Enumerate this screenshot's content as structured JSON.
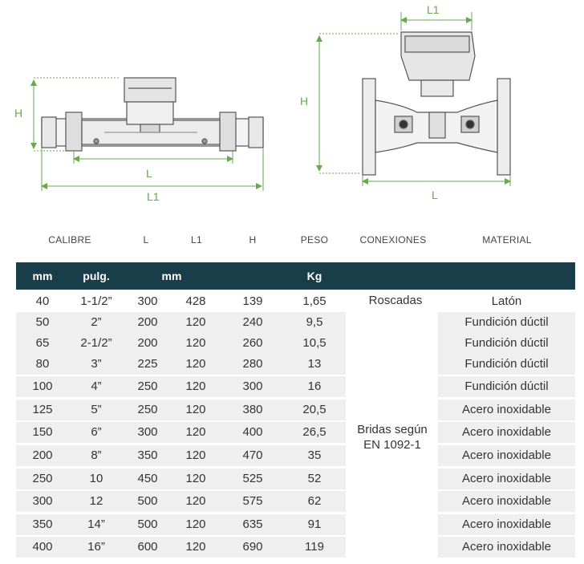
{
  "diagrams": {
    "left": {
      "h": "H",
      "l": "L",
      "l1": "L1"
    },
    "right": {
      "h": "H",
      "l": "L",
      "l1": "L1"
    }
  },
  "headers": {
    "calibre": "CALIBRE",
    "l": "L",
    "l1": "L1",
    "h": "H",
    "peso": "PESO",
    "conexiones": "CONEXIONES",
    "material": "MATERIAL"
  },
  "units": {
    "mm": "mm",
    "pulg": "pulg.",
    "mm2": "mm",
    "kg": "Kg"
  },
  "connections": {
    "roscadas": "Roscadas",
    "bridas_line1": "Bridas según",
    "bridas_line2": "EN 1092-1"
  },
  "rows": [
    {
      "mm": "40",
      "pulg": "1-1/2”",
      "L": "300",
      "L1": "428",
      "H": "139",
      "kg": "1,65",
      "material": "Latón"
    },
    {
      "mm": "50",
      "pulg": "2”",
      "L": "200",
      "L1": "120",
      "H": "240",
      "kg": "9,5",
      "material": "Fundición dúctil"
    },
    {
      "mm": "65",
      "pulg": "2-1/2”",
      "L": "200",
      "L1": "120",
      "H": "260",
      "kg": "10,5",
      "material": "Fundición dúctil"
    },
    {
      "mm": "80",
      "pulg": "3”",
      "L": "225",
      "L1": "120",
      "H": "280",
      "kg": "13",
      "material": "Fundición dúctil"
    },
    {
      "mm": "100",
      "pulg": "4”",
      "L": "250",
      "L1": "120",
      "H": "300",
      "kg": "16",
      "material": "Fundición dúctil"
    },
    {
      "mm": "125",
      "pulg": "5”",
      "L": "250",
      "L1": "120",
      "H": "380",
      "kg": "20,5",
      "material": "Acero inoxidable"
    },
    {
      "mm": "150",
      "pulg": "6”",
      "L": "300",
      "L1": "120",
      "H": "400",
      "kg": "26,5",
      "material": "Acero inoxidable"
    },
    {
      "mm": "200",
      "pulg": "8”",
      "L": "350",
      "L1": "120",
      "H": "470",
      "kg": "35",
      "material": "Acero inoxidable"
    },
    {
      "mm": "250",
      "pulg": "10",
      "L": "450",
      "L1": "120",
      "H": "525",
      "kg": "52",
      "material": "Acero inoxidable"
    },
    {
      "mm": "300",
      "pulg": "12",
      "L": "500",
      "L1": "120",
      "H": "575",
      "kg": "62",
      "material": "Acero inoxidable"
    },
    {
      "mm": "350",
      "pulg": "14”",
      "L": "500",
      "L1": "120",
      "H": "635",
      "kg": "91",
      "material": "Acero inoxidable"
    },
    {
      "mm": "400",
      "pulg": "16”",
      "L": "600",
      "L1": "120",
      "H": "690",
      "kg": "119",
      "material": "Acero inoxidable"
    }
  ],
  "colors": {
    "header_bar": "#1a3d4a",
    "dimension_lines": "#6aa84f",
    "stripe": "#efefef"
  }
}
